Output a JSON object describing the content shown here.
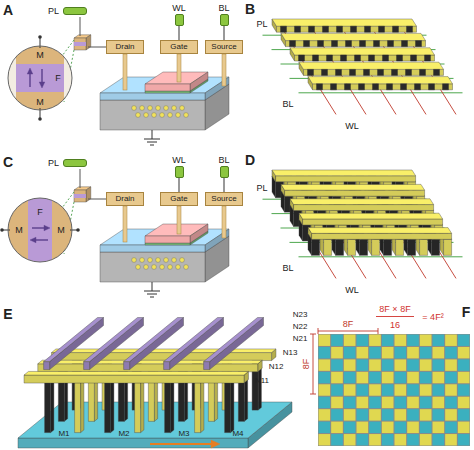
{
  "diagram": {
    "nodes": [
      {
        "text": [
          "PL"
        ]
      },
      {
        "text": [
          "WL"
        ]
      },
      {
        "text": [
          "BL"
        ]
      },
      {
        "text": [
          "Drain"
        ]
      },
      {
        "text": [
          "Gate"
        ]
      },
      {
        "text": [
          "Source"
        ]
      },
      {
        "text": [
          "PL"
        ]
      },
      {
        "text": [
          "WL"
        ]
      },
      {
        "text": [
          "BL"
        ]
      },
      {
        "text": [
          "Drain"
        ]
      },
      {
        "text": [
          "Gate"
        ]
      },
      {
        "text": [
          "Source"
        ]
      }
    ],
    "edges": [
      {
        "from": 1,
        "to": 4,
        "arrow": "none"
      },
      {
        "from": 2,
        "to": 5,
        "arrow": "none"
      },
      {
        "from": 7,
        "to": 10,
        "arrow": "none"
      },
      {
        "from": 8,
        "to": 11,
        "arrow": "none"
      }
    ],
    "labels": [
      "A",
      "M",
      "M",
      "F",
      "B",
      "PL",
      "BL",
      "WL",
      "C",
      "M",
      "M",
      "F",
      "D",
      "PL",
      "BL",
      "WL",
      "E",
      "N23",
      "N22",
      "N21",
      "N13",
      "N12",
      "N11",
      "M1",
      "M2",
      "M3",
      "M4",
      "F",
      "8F",
      "8F",
      "8F × 8F",
      "16",
      "= 4F²"
    ]
  }
}
